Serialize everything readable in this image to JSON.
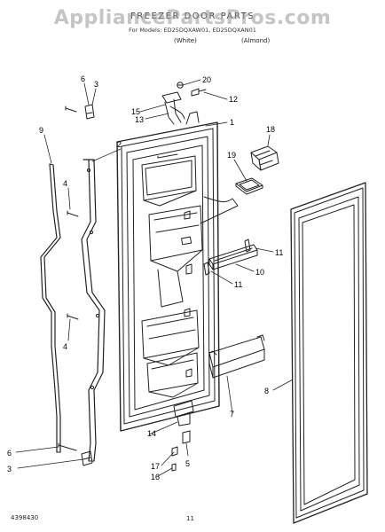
{
  "watermark": "AppliancePartsPros.com",
  "header": {
    "title": "FREEZER DOOR PARTS",
    "models": "For Models: ED25DQXAW01, ED25DQXAN01",
    "color_white": "(White)",
    "color_almond": "(Almond)"
  },
  "footer": {
    "drawing_id": "4398430",
    "page_number": "11"
  },
  "callouts": [
    "6",
    "3",
    "9",
    "2",
    "4",
    "4",
    "20",
    "12",
    "15",
    "13",
    "1",
    "18",
    "19",
    "11",
    "10",
    "11",
    "8",
    "7",
    "6",
    "3",
    "14",
    "17",
    "16",
    "5"
  ]
}
